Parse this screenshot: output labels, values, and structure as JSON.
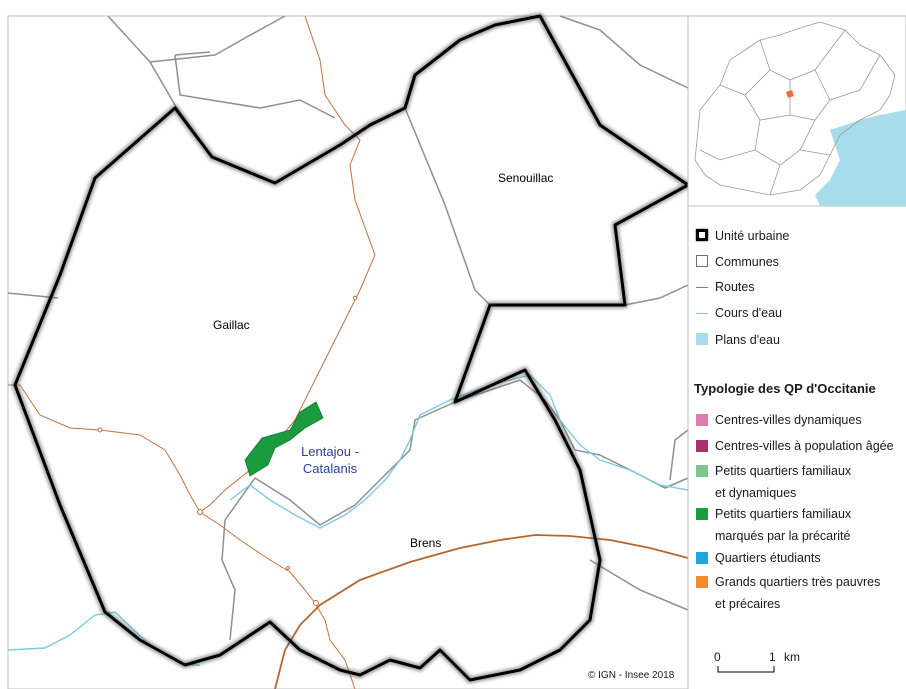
{
  "communes": {
    "gaillac": "Gaillac",
    "senouillac": "Senouillac",
    "brens": "Brens"
  },
  "quartier": {
    "line1": "Lentajou -",
    "line2": "Catalanis"
  },
  "legend": {
    "items": [
      {
        "label": "Unité urbaine"
      },
      {
        "label": "Communes"
      },
      {
        "label": "Routes"
      },
      {
        "label": "Cours d'eau"
      },
      {
        "label": "Plans d'eau"
      }
    ],
    "typology_title": "Typologie des QP d'Occitanie",
    "typology": [
      {
        "line1": "Centres-villes dynamiques",
        "line2": "",
        "color": "#e07bb4"
      },
      {
        "line1": "Centres-villes à population âgée",
        "line2": "",
        "color": "#a8326b"
      },
      {
        "line1": "Petits quartiers familiaux",
        "line2": "et dynamiques",
        "color": "#7fc58f"
      },
      {
        "line1": "Petits quartiers familiaux",
        "line2": "marqués par la précarité",
        "color": "#1c9a3e"
      },
      {
        "line1": "Quartiers étudiants",
        "line2": "",
        "color": "#1aa8df"
      },
      {
        "line1": "Grands quartiers très pauvres",
        "line2": "et précaires",
        "color": "#f28c28"
      }
    ]
  },
  "scale": {
    "zero": "0",
    "one": "1",
    "unit": "km"
  },
  "copyright": "© IGN - Insee 2018",
  "colors": {
    "urban_unit": "#000000",
    "commune": "#8a8a8a",
    "road": "#c0713f",
    "main_road": "#b5652f",
    "water": "#7ccbe2",
    "water_body": "#a6dcec",
    "qp_fill": "#1c9a3e"
  }
}
